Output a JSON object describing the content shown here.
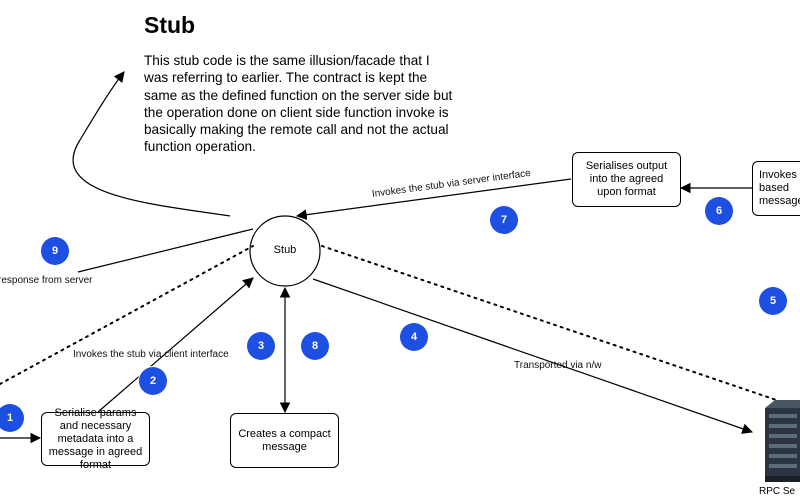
{
  "title": "Stub",
  "description": "This stub code is the same illusion/facade that I was referring to earlier. The contract is kept the same as the defined function on the server side but the operation done on client side function invoke is basically making the remote call and not the actual function operation.",
  "nodes": {
    "stub": "Stub",
    "serialise_params": "Serialise params and necessary metadata into a message in agreed format",
    "compact_message": "Creates a compact message",
    "serialise_output": "Serialises output into the agreed upon format",
    "invokes_partial": "Invokes based message",
    "rpc_server": "RPC Se"
  },
  "edge_labels": {
    "server_interface": "Invokes the stub via server interface",
    "client_interface": "Invokes the stub via client interface",
    "transported": "Transported via n/w",
    "response": "response from server"
  },
  "badges": [
    "1",
    "2",
    "3",
    "4",
    "5",
    "6",
    "7",
    "8",
    "9"
  ],
  "colors": {
    "badge": "#1c4fe2",
    "line": "#000000"
  }
}
